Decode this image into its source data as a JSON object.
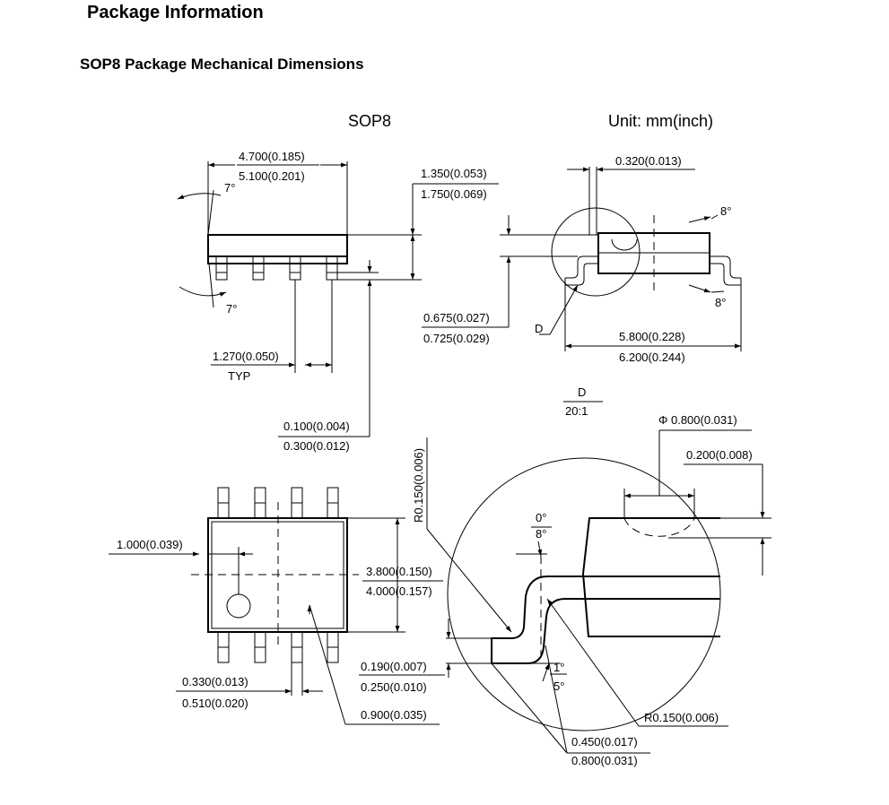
{
  "page": {
    "section_title": "Package Information",
    "subsection_title": "SOP8 Package Mechanical Dimensions"
  },
  "drawing": {
    "package_label": "SOP8",
    "unit_label": "Unit: mm(inch)",
    "detail_label": "D",
    "detail_scale": "20:1",
    "dims": {
      "body_len_min": "4.700(0.185)",
      "body_len_max": "5.100(0.201)",
      "height_min": "1.350(0.053)",
      "height_max": "1.750(0.069)",
      "angle_top": "7°",
      "angle_bottom": "7°",
      "pitch": "1.270(0.050)",
      "pitch_note": "TYP",
      "standoff_min": "0.100(0.004)",
      "standoff_max": "0.300(0.012)",
      "lead_w_side": "0.320(0.013)",
      "angle_side_top": "8°",
      "angle_side_bottom": "8°",
      "body_h_min": "0.675(0.027)",
      "body_h_max": "0.725(0.029)",
      "detail_ref": "D",
      "overall_w_min": "5.800(0.228)",
      "overall_w_max": "6.200(0.244)",
      "pin1_offset": "1.000(0.039)",
      "body_w_min": "3.800(0.150)",
      "body_w_max": "4.000(0.157)",
      "lead_w_min": "0.330(0.013)",
      "lead_w_max": "0.510(0.020)",
      "lead_len": "0.900(0.035)",
      "lead_thk_min": "0.190(0.007)",
      "lead_thk_max": "0.250(0.010)",
      "radius_vertical": "R0.150(0.006)",
      "phi_dim": "Φ 0.800(0.031)",
      "dim_0200": "0.200(0.008)",
      "angle_min": "0°",
      "angle_max": "8°",
      "angle_foot_min": "1°",
      "angle_foot_max": "5°",
      "radius_horizontal": "R0.150(0.006)",
      "foot_len_min": "0.450(0.017)",
      "foot_len_max": "0.800(0.031)"
    }
  }
}
